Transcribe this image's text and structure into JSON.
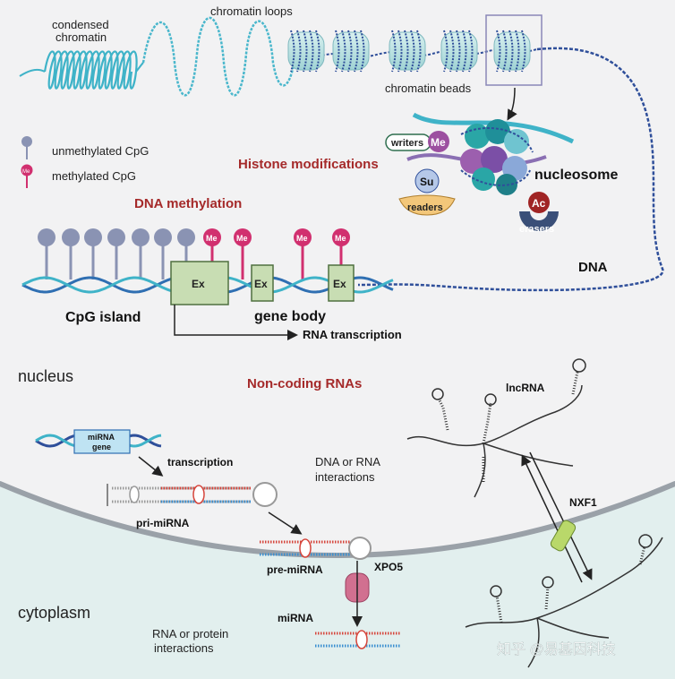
{
  "labels": {
    "condensed_chromatin_1": "condensed",
    "condensed_chromatin_2": "chromatin",
    "chromatin_loops": "chromatin loops",
    "chromatin_beads": "chromatin beads",
    "unmethylated_cpg": "unmethylated CpG",
    "methylated_cpg": "methylated CpG",
    "me": "Me",
    "histone_modifications": "Histone modifications",
    "writers": "writers",
    "readers": "readers",
    "erasers": "erasers",
    "su": "Su",
    "ac": "Ac",
    "nucleosome": "nucleosome",
    "dna": "DNA",
    "dna_methylation": "DNA methylation",
    "ex": "Ex",
    "cpg_island": "CpG island",
    "gene_body": "gene body",
    "rna_transcription": "RNA transcription",
    "nucleus": "nucleus",
    "non_coding_rnas": "Non-coding RNAs",
    "lncrna": "lncRNA",
    "mirna_gene_1": "miRNA",
    "mirna_gene_2": "gene",
    "transcription": "transcription",
    "dna_rna_1": "DNA or RNA",
    "dna_rna_2": "interactions",
    "pri_mirna": "pri-miRNA",
    "pre_mirna": "pre-miRNA",
    "xpo5": "XPO5",
    "nxf1": "NXF1",
    "mirna": "miRNA",
    "cytoplasm": "cytoplasm",
    "rna_protein_1": "RNA or protein",
    "rna_protein_2": "interactions",
    "watermark": "知乎 @易基因科技"
  },
  "colors": {
    "background": "#f2f2f3",
    "cytoplasm": "#e2efee",
    "dna_blue": "#2f6fb2",
    "dna_teal": "#3fb3c8",
    "histone": "#bfe3e3",
    "methyl_pink": "#d1306f",
    "cpg_gray": "#8a93b3",
    "exon": "#c8ddb3",
    "title_red": "#a52a2a",
    "rna_red": "#d6463c",
    "rna_blue": "#3a8fd0"
  }
}
